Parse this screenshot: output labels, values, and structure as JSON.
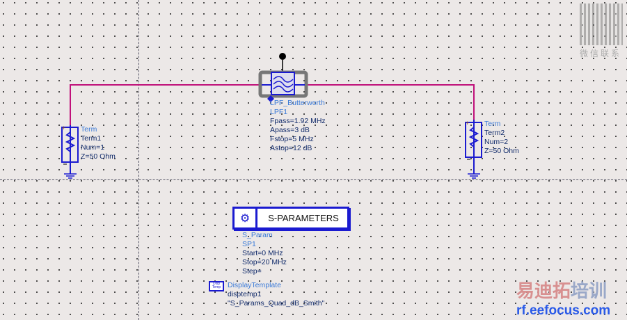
{
  "filter": {
    "type": "LPF_Butterworth",
    "name": "LPF1",
    "params": [
      "Fpass=1.92 MHz",
      "Apass=3 dB",
      "Fstop=5 MHz",
      "Astop=12 dB"
    ]
  },
  "term1": {
    "type": "Term",
    "name": "Term1",
    "params": [
      "Num=1",
      "Z=50 Ohm"
    ]
  },
  "term2": {
    "type": "Term",
    "name": "Term2",
    "params": [
      "Num=2",
      "Z=50 Ohm"
    ]
  },
  "sparam": {
    "title": "S-PARAMETERS",
    "type": "S_Param",
    "name": "SP1",
    "params": [
      "Start=0 MHz",
      "Stop=20 MHz",
      "Step="
    ]
  },
  "display": {
    "icon_text": "Disp Temp",
    "type": "DisplayTemplate",
    "name": "disptemp1",
    "value": "\"S_Params_Quad_dB_Smith\""
  },
  "watermark": {
    "qr_caption": "微信联系",
    "brand": "易迪拓",
    "brand2": "培训",
    "site": "rf.eefocus.com"
  },
  "colors": {
    "wire": "#c0107a",
    "component": "#1a1ad0"
  }
}
